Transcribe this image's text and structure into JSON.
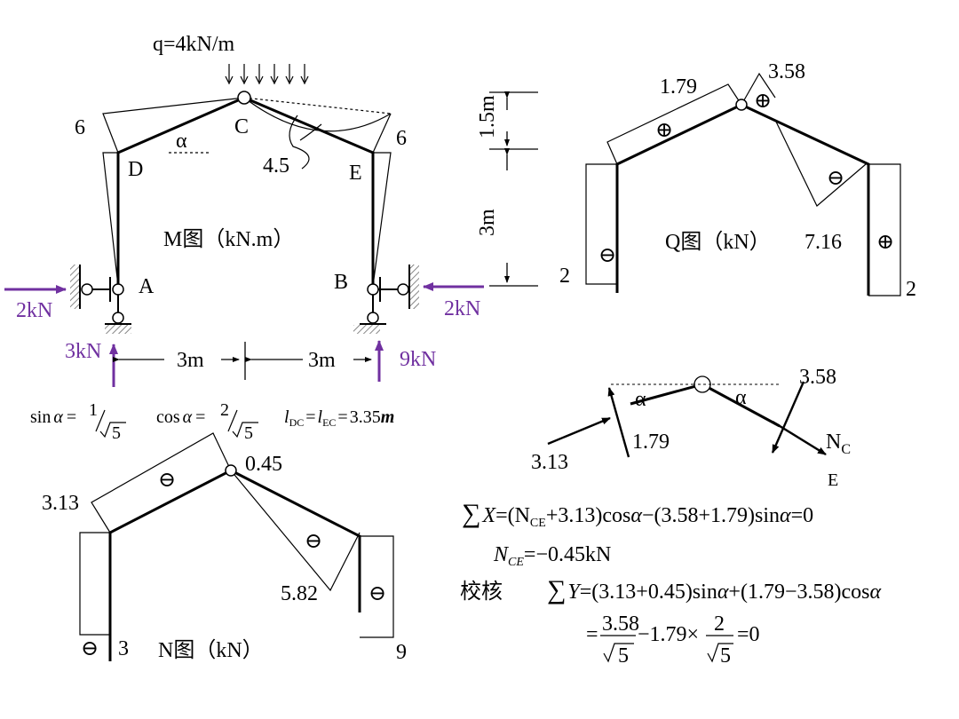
{
  "colors": {
    "line": "#000000",
    "reaction": "#7030a0",
    "hatch": "#555555"
  },
  "frame": {
    "load_label": "q=4kN/m",
    "joints": {
      "A": "A",
      "B": "B",
      "C": "C",
      "D": "D",
      "E": "E"
    },
    "alpha": "α",
    "dim_top": "1.5m",
    "dim_col": "3m",
    "dim_left": "3m",
    "dim_right": "3m",
    "reactions": {
      "left_h": "2kN",
      "left_v": "3kN",
      "right_h": "2kN",
      "right_v": "9kN"
    }
  },
  "moment": {
    "title": "M图（kN.m）",
    "values": {
      "left": "6",
      "right": "6",
      "midspan": "4.5"
    }
  },
  "shear": {
    "title": "Q图（kN）",
    "values": {
      "beam_left": "1.79",
      "beam_right_top": "3.58",
      "beam_right_bottom": "7.16",
      "col_left": "2",
      "col_right": "2"
    },
    "signs": {
      "col_left": "⊖",
      "beam_left": "⊕",
      "beam_right_top": "⊕",
      "beam_right_bottom": "⊖",
      "col_right": "⊕"
    }
  },
  "trig": {
    "sin_lhs": "sin",
    "alpha": "α",
    "eq": "=",
    "one": "1",
    "two": "2",
    "five": "5",
    "cos_lhs": "cos",
    "l_dc": "l",
    "l_dc_sub": "DC",
    "l_ec": "l",
    "l_ec_sub": "EC",
    "length": "3.35",
    "unit": "m"
  },
  "axial": {
    "title": "N图（kN）",
    "values": {
      "beam_left": "3.13",
      "hinge": "0.45",
      "beam_right": "5.82",
      "col_left": "3",
      "col_right": "9"
    },
    "signs": {
      "beam_left": "⊖",
      "beam_right": "⊖",
      "col_left": "⊖",
      "col_right": "⊖"
    }
  },
  "fbd": {
    "alpha_left": "α",
    "alpha_right": "α",
    "force_right_top": "3.58",
    "force_left_mid": "1.79",
    "force_left_in": "3.13",
    "n": "N",
    "n_sub": "C",
    "n_sub2": "E"
  },
  "equations": {
    "eq1": "∑X = (N_CE +3.13)cosα−(3.58+1.79)sinα = 0",
    "eq1_parts": {
      "sum": "∑",
      "x": "X",
      "rest_a": "=(N",
      "sub": "CE",
      "rest_b": "+3.13)cos",
      "alpha1": "α",
      "rest_c": "−(3.58+1.79)sin",
      "alpha2": "α",
      "rest_d": "=0"
    },
    "eq2_parts": {
      "n": "N",
      "sub": "CE",
      "rest": "=−0.45kN"
    },
    "check_label": "校核",
    "eq3_parts": {
      "sum": "∑",
      "y": "Y",
      "rest_a": "=(3.13+0.45)sin",
      "alpha1": "α",
      "rest_b": "+(1.79−3.58)cos",
      "alpha2": "α"
    },
    "eq4_parts": {
      "eq": "=",
      "num1": "3.58",
      "den1": "5",
      "minus": "−1.79×",
      "num2": "2",
      "den2": "5",
      "end": "=0"
    }
  }
}
